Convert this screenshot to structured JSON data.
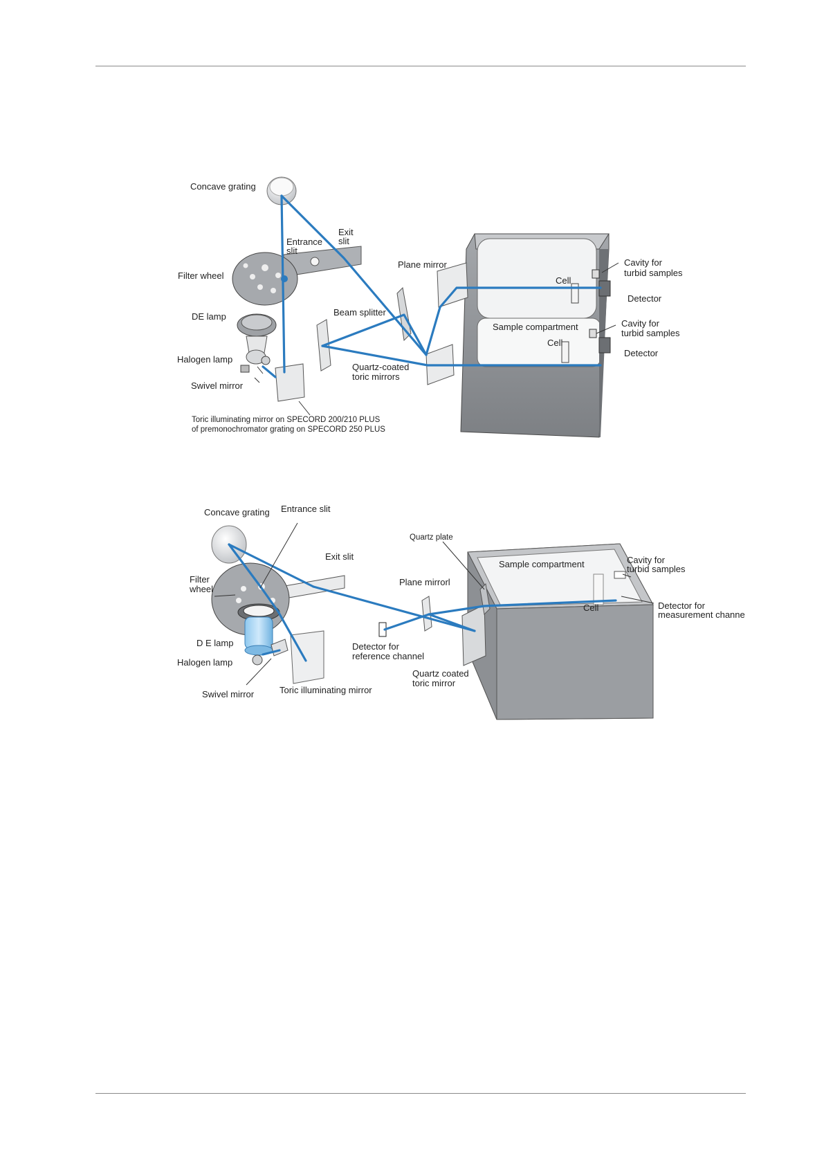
{
  "diagram1": {
    "labels": {
      "concave_grating": "Concave grating",
      "entrance_slit_1": "Entrance",
      "entrance_slit_2": "slit",
      "exit_slit_1": "Exit",
      "exit_slit_2": "slit",
      "filter_wheel": "Filter wheel",
      "de_lamp": "DE lamp",
      "halogen_lamp": "Halogen lamp",
      "swivel_mirror": "Swivel mirror",
      "plane_mirror": "Plane mirror",
      "beam_splitter": "Beam splitter",
      "quartz_toric_1": "Quartz-coated",
      "quartz_toric_2": "toric mirrors",
      "sample_compartment": "Sample compartment",
      "cell_top": "Cell",
      "cell_bottom": "Cell",
      "cavity_top_1": "Cavity for",
      "cavity_top_2": "turbid samples",
      "cavity_bottom_1": "Cavity for",
      "cavity_bottom_2": "turbid samples",
      "detector_top": "Detector",
      "detector_bottom": "Detector",
      "toric_note_1": "Toric illuminating mirror on SPECORD 200/210 PLUS",
      "toric_note_2": "of premonochromator grating on SPECORD 250 PLUS"
    }
  },
  "diagram2": {
    "labels": {
      "concave_grating": "Concave grating",
      "entrance_slit": "Entrance slit",
      "exit_slit": "Exit slit",
      "filter_wheel_1": "Filter",
      "filter_wheel_2": "wheel",
      "de_lamp": "D E lamp",
      "halogen_lamp": "Halogen lamp",
      "swivel_mirror": "Swivel mirror",
      "toric_illuminating_mirror": "Toric illuminating mirror",
      "quartz_plate": "Quartz plate",
      "plane_mirror": "Plane mirrorl",
      "detector_ref_1": "Detector for",
      "detector_ref_2": "reference channel",
      "quartz_toric_1": "Quartz coated",
      "quartz_toric_2": "toric mirror",
      "sample_compartment": "Sample compartment",
      "cell": "Cell",
      "cavity_1": "Cavity for",
      "cavity_2": "turbid samples",
      "detector_meas_1": "Detector for",
      "detector_meas_2": "measurement channe"
    }
  },
  "colors": {
    "beam": "#2b7bbf",
    "housing": "#8e9195",
    "rule": "#8a8a8a"
  }
}
